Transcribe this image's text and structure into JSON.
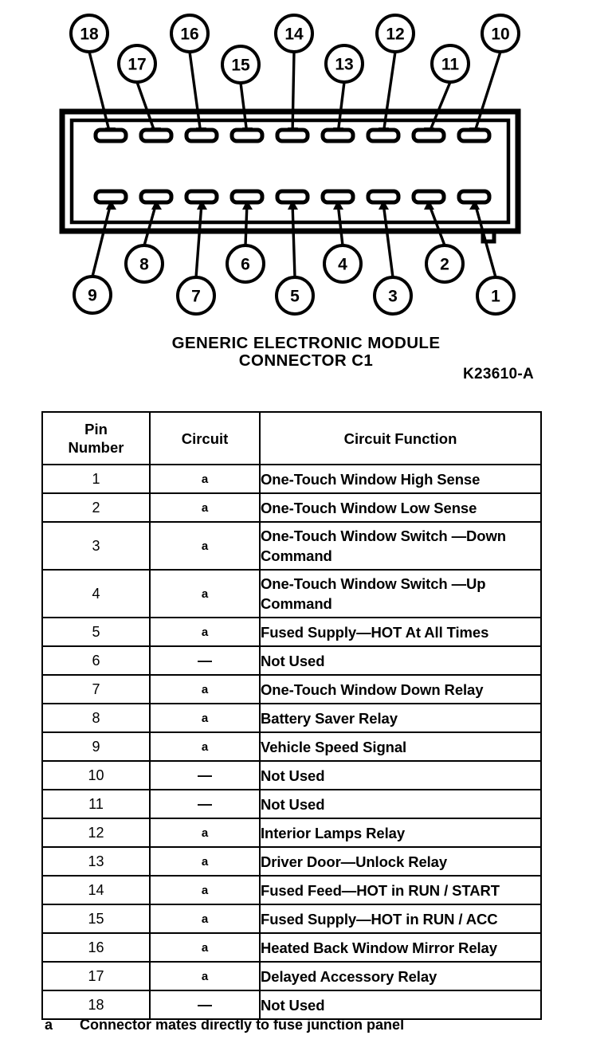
{
  "diagram": {
    "title_line1": "GENERIC ELECTRONIC MODULE",
    "title_line2": "CONNECTOR C1",
    "figure_code": "K23610-A",
    "callouts_top": [
      "18",
      "17",
      "16",
      "15",
      "14",
      "13",
      "12",
      "11",
      "10"
    ],
    "callouts_bottom": [
      "9",
      "8",
      "7",
      "6",
      "5",
      "4",
      "3",
      "2",
      "1"
    ],
    "pin_slot_count_per_row": 9,
    "stroke_color": "#000000",
    "fill_color": "#ffffff"
  },
  "table": {
    "headers": {
      "pin_number_line1": "Pin",
      "pin_number_line2": "Number",
      "circuit": "Circuit",
      "circuit_function": "Circuit Function"
    },
    "rows": [
      {
        "pin": "1",
        "circuit": "a",
        "function": "One-Touch Window High Sense",
        "tall": false
      },
      {
        "pin": "2",
        "circuit": "a",
        "function": "One-Touch Window Low Sense",
        "tall": false
      },
      {
        "pin": "3",
        "circuit": "a",
        "function": "One-Touch Window Switch —Down Command",
        "tall": true
      },
      {
        "pin": "4",
        "circuit": "a",
        "function": "One-Touch Window Switch —Up Command",
        "tall": true
      },
      {
        "pin": "5",
        "circuit": "a",
        "function": "Fused Supply—HOT At All Times",
        "tall": false
      },
      {
        "pin": "6",
        "circuit": "—",
        "function": "Not Used",
        "tall": false
      },
      {
        "pin": "7",
        "circuit": "a",
        "function": "One-Touch Window Down Relay",
        "tall": false
      },
      {
        "pin": "8",
        "circuit": "a",
        "function": "Battery Saver Relay",
        "tall": false
      },
      {
        "pin": "9",
        "circuit": "a",
        "function": "Vehicle Speed Signal",
        "tall": false
      },
      {
        "pin": "10",
        "circuit": "—",
        "function": "Not Used",
        "tall": false
      },
      {
        "pin": "11",
        "circuit": "—",
        "function": "Not Used",
        "tall": false
      },
      {
        "pin": "12",
        "circuit": "a",
        "function": "Interior Lamps Relay",
        "tall": false
      },
      {
        "pin": "13",
        "circuit": "a",
        "function": "Driver Door—Unlock Relay",
        "tall": false
      },
      {
        "pin": "14",
        "circuit": "a",
        "function": "Fused Feed—HOT in RUN / START",
        "tall": false
      },
      {
        "pin": "15",
        "circuit": "a",
        "function": "Fused Supply—HOT in RUN / ACC",
        "tall": false
      },
      {
        "pin": "16",
        "circuit": "a",
        "function": "Heated Back Window Mirror Relay",
        "tall": false
      },
      {
        "pin": "17",
        "circuit": "a",
        "function": "Delayed Accessory Relay",
        "tall": false
      },
      {
        "pin": "18",
        "circuit": "—",
        "function": "Not Used",
        "tall": false
      }
    ]
  },
  "footnote": {
    "mark": "a",
    "text": "Connector mates directly to fuse junction panel"
  }
}
